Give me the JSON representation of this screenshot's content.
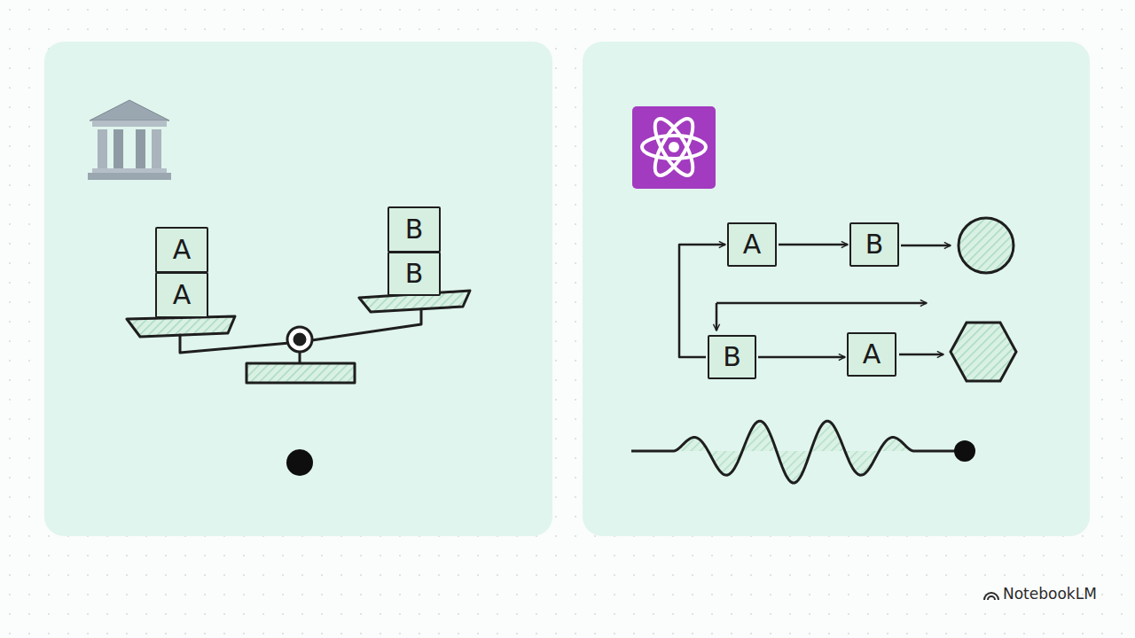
{
  "diagram": {
    "nodes": [
      {
        "text": [
          "A"
        ]
      },
      {
        "text": [
          "A"
        ]
      },
      {
        "text": [
          "B"
        ]
      },
      {
        "text": [
          "B"
        ]
      },
      {
        "text": [
          "A"
        ]
      },
      {
        "text": [
          "B"
        ]
      },
      {
        "text": [
          "B"
        ]
      },
      {
        "text": [
          "A"
        ]
      }
    ],
    "edges": [
      {
        "from": 4,
        "to": 5,
        "arrow": "to"
      },
      {
        "from": 6,
        "to": 7,
        "arrow": "to"
      },
      {
        "from": 6,
        "to": 4,
        "arrow": "to"
      }
    ],
    "labels": [
      "NotebookLM"
    ]
  }
}
